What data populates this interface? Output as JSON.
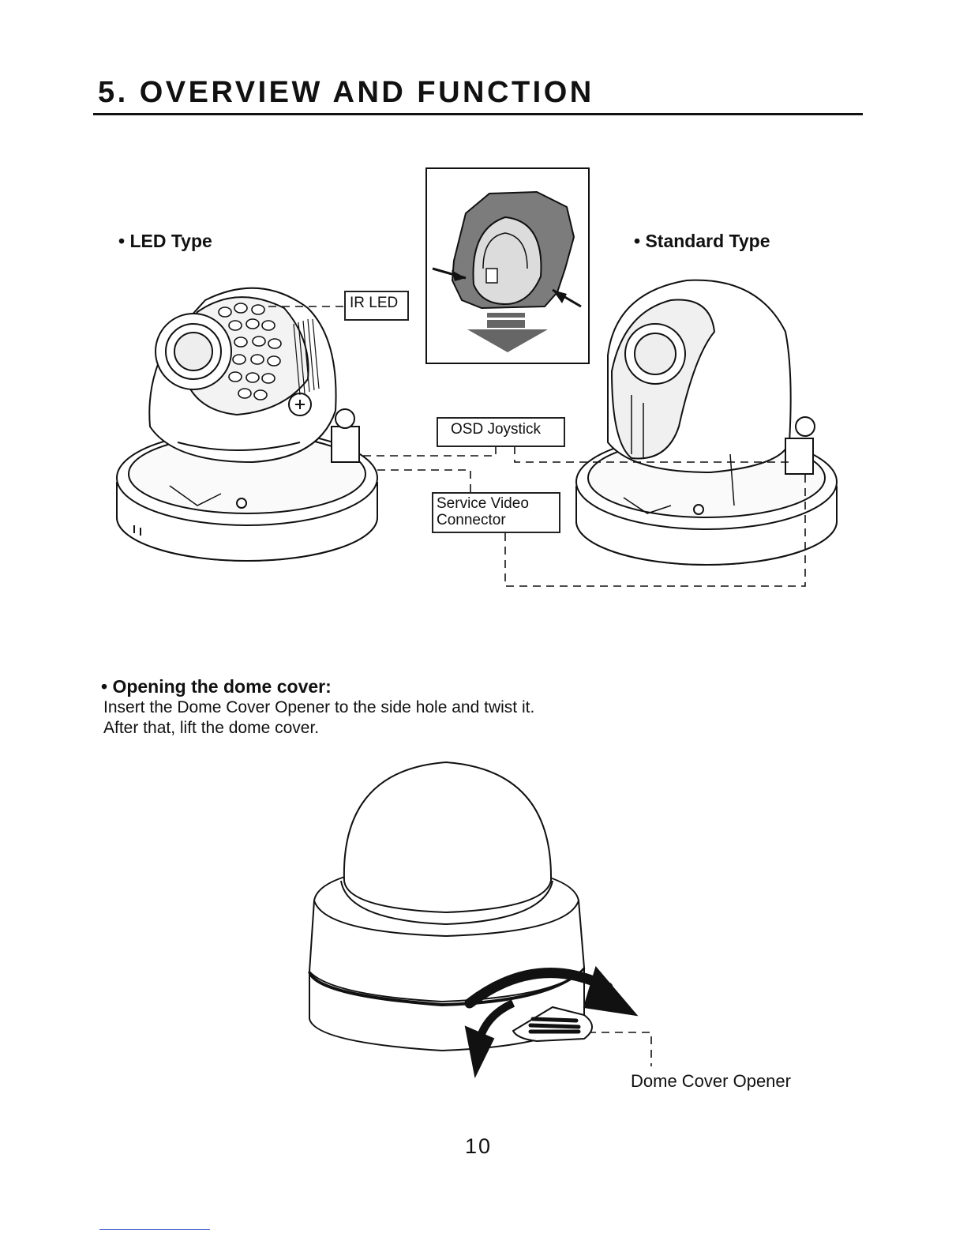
{
  "header": {
    "title": "5. OVERVIEW AND FUNCTION"
  },
  "overview": {
    "led_type_label": "• LED Type",
    "standard_type_label": "• Standard Type",
    "callouts": {
      "ir_led": "IR LED",
      "osd_joystick": "OSD Joystick",
      "service_video_line1": "Service Video",
      "service_video_line2": "Connector"
    }
  },
  "opening": {
    "heading": "• Opening the dome cover:",
    "line1": "Insert the Dome Cover Opener to the side hole and twist it.",
    "line2": "After that, lift the dome cover.",
    "opener_label": "Dome Cover Opener"
  },
  "footer": {
    "page_number": "10"
  }
}
